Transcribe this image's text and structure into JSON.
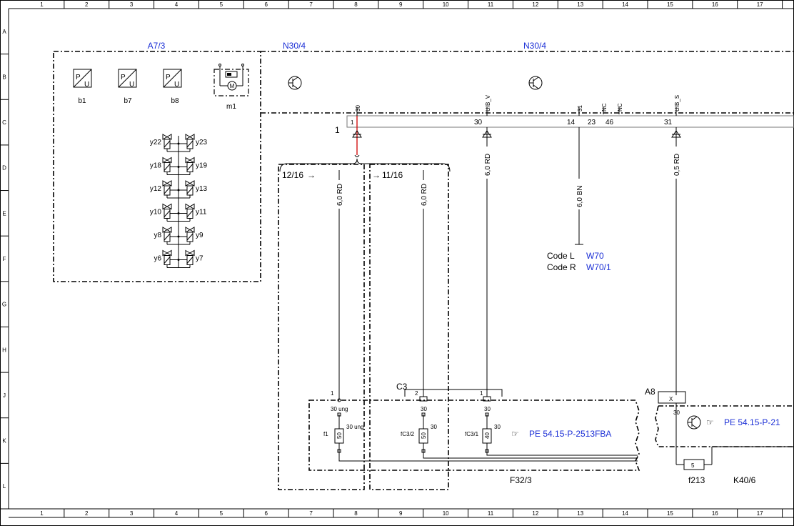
{
  "grid": {
    "columns": [
      "1",
      "2",
      "3",
      "4",
      "5",
      "6",
      "7",
      "8",
      "9",
      "10",
      "11",
      "12",
      "13",
      "14",
      "15",
      "16",
      "17"
    ],
    "rows": [
      "A",
      "B",
      "C",
      "D",
      "E",
      "F",
      "G",
      "H",
      "J",
      "K",
      "L"
    ]
  },
  "modules": {
    "a7_3": "A7/3",
    "n30_4_left": "N30/4",
    "n30_4_right": "N30/4",
    "f32_3": "F32/3",
    "k40_6": "K40/6",
    "a8": "A8",
    "c3": "C3"
  },
  "components": {
    "b1": "b1",
    "b7": "b7",
    "b8": "b8",
    "m1": "m1",
    "valves_left": [
      "y22",
      "y18",
      "y12",
      "y10",
      "y8",
      "y6"
    ],
    "valves_right": [
      "y23",
      "y19",
      "y13",
      "y11",
      "y9",
      "y7"
    ]
  },
  "pins": {
    "p30_top": "30",
    "p1": "1",
    "p30_a": "30",
    "p14": "14",
    "p23": "23",
    "p46": "46",
    "p31": "31",
    "sig_30": "30",
    "sig_uv": "U/B_V",
    "sig_31": "31",
    "sig_nc1": "NC",
    "sig_nc2": "NC",
    "sig_us": "U/B_S",
    "node_1": "1"
  },
  "wires": {
    "w_main": "6,0 RD",
    "w_a": "6,0 RD",
    "w_b": "6,0 BN",
    "w_c": "0,5 RD",
    "w_d": "6,0 RD",
    "w_e": "6,0 RD"
  },
  "refs": {
    "ref_12_16": "12/16",
    "ref_11_16": "11/16",
    "code_l_label": "Code L",
    "code_l_value": "W70",
    "code_r_label": "Code R",
    "code_r_value": "W70/1"
  },
  "fuses": {
    "f1_name": "f1",
    "f1_val": "50",
    "f1_in": "30 ung",
    "f1_out": "30 ung",
    "f1_pin": "1",
    "fc3_2_name": "fC3/2",
    "fc3_2_val": "50",
    "fc3_2_in": "30",
    "fc3_2_out": "30",
    "fc3_2_pin": "2",
    "fc3_1_name": "fC3/1",
    "fc3_1_val": "40",
    "fc3_1_in": "30",
    "fc3_1_out": "30",
    "fc3_1_pin": "1",
    "f213_name": "f213",
    "f213_val": "5",
    "a8_x": "X",
    "a8_30": "30"
  },
  "pe_refs": {
    "left": "PE 54.15-P-2513FBA",
    "right": "PE 54.15-P-21"
  },
  "colors": {
    "link": "#1b2fd6",
    "red_wire": "#d00000",
    "frame": "#000000"
  }
}
